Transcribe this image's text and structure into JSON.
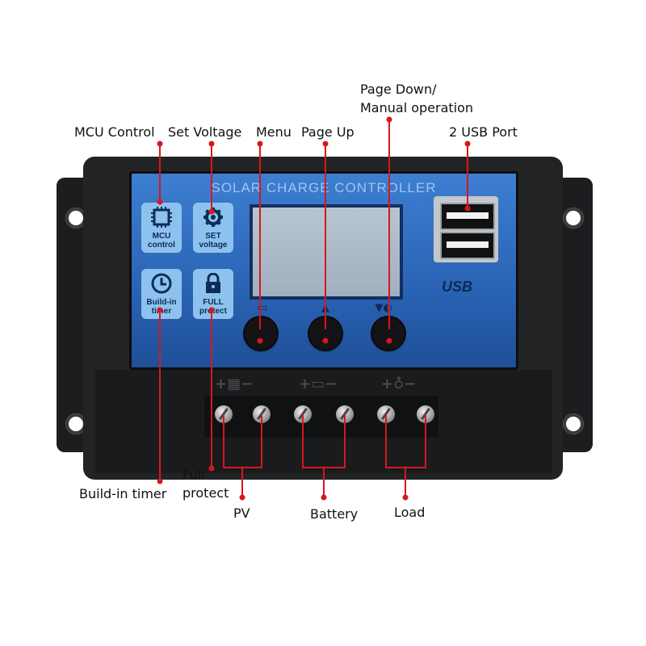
{
  "device": {
    "panel_title": "SOLAR CHARGE CONTROLLER",
    "keys": [
      {
        "label": "MCU\ncontrol",
        "icon": "chip-icon"
      },
      {
        "label": "SET\nvoltage",
        "icon": "gear-icon"
      },
      {
        "label": "Build-in\ntimer",
        "icon": "clock-icon"
      },
      {
        "label": "FULL\nprotect",
        "icon": "lock-icon"
      }
    ],
    "usb_logo": "USB",
    "terminal_symbols": [
      "+▦−",
      "+▭−",
      "+♁−"
    ]
  },
  "callouts": {
    "mcu_control": "MCU Control",
    "set_voltage": "Set Voltage",
    "menu": "Menu",
    "page_up": "Page Up",
    "page_down_line1": "Page Down/",
    "page_down_line2": "Manual operation",
    "usb_port": "2 USB Port",
    "build_in_timer": "Build-in timer",
    "full_protect_line1": "Full",
    "full_protect_line2": "protect",
    "pv": "PV",
    "battery": "Battery",
    "load": "Load"
  },
  "colors": {
    "leader_red": "#d8161f",
    "panel_blue": "#2a63b4",
    "key_blue": "#8ec2ee",
    "housing": "#1c1d1f"
  }
}
